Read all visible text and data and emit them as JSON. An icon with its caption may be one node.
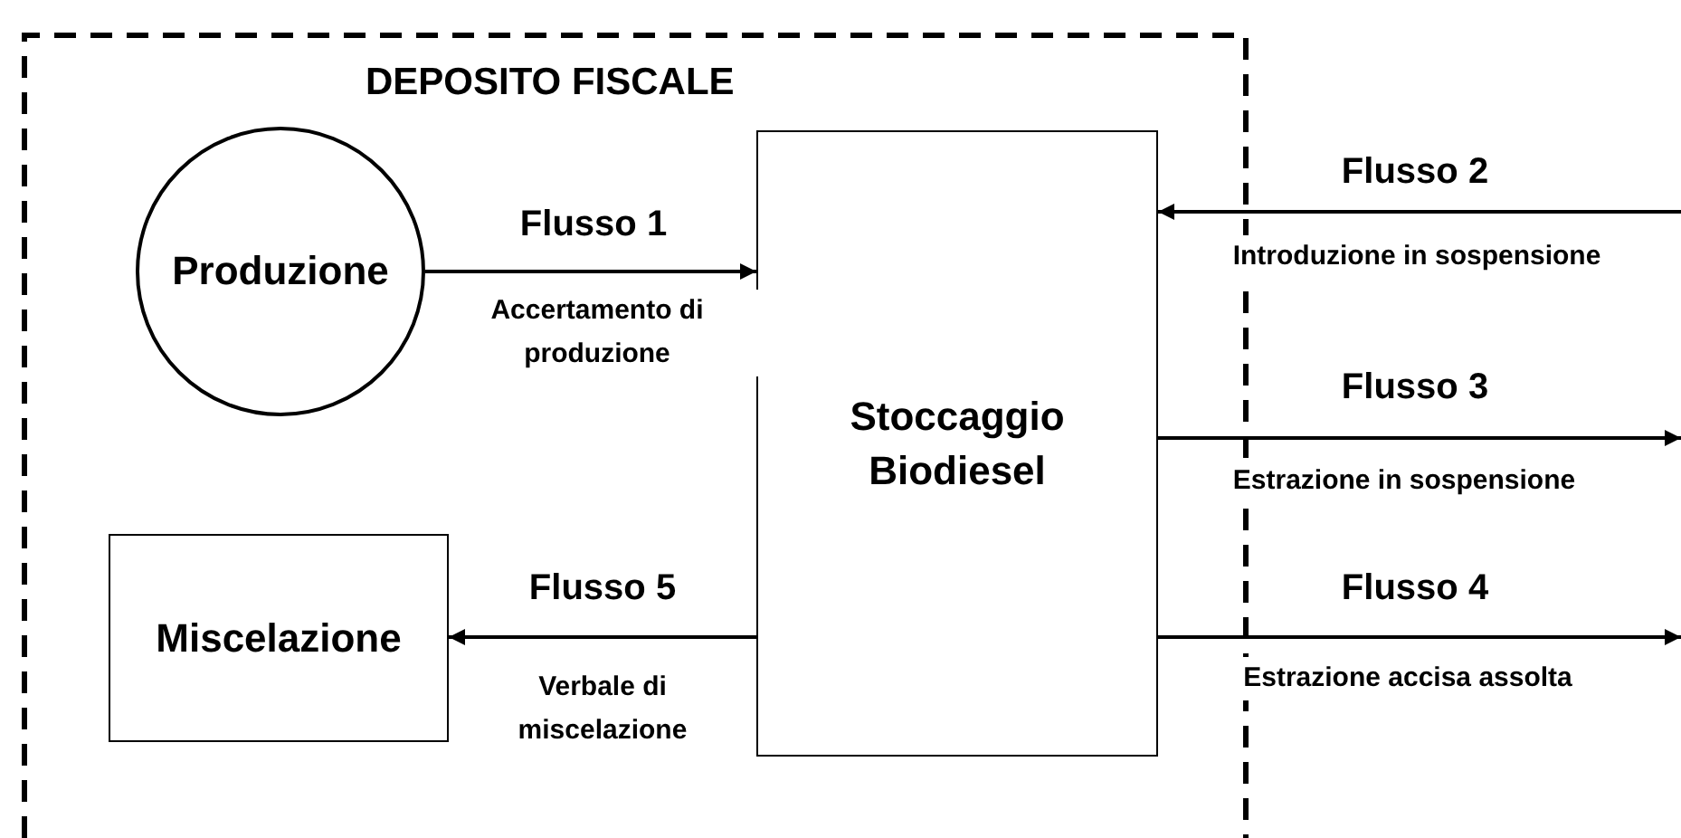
{
  "diagram": {
    "nodes": [
      {
        "text": [
          "DEPOSITO FISCALE"
        ]
      },
      {
        "text": [
          "Produzione"
        ],
        "in": 0
      },
      {
        "text": [
          "Stoccaggio Biodiesel"
        ],
        "in": 0
      },
      {
        "text": [
          "Miscelazione"
        ],
        "in": 0
      }
    ],
    "edges": [
      {
        "from": 1,
        "to": 2,
        "arrow": "to",
        "label": "Flusso 1"
      },
      {
        "from": null,
        "to": 2,
        "arrow": "to",
        "label": "Flusso 2"
      },
      {
        "from": 2,
        "to": null,
        "arrow": "to",
        "label": "Flusso 3"
      },
      {
        "from": 2,
        "to": null,
        "arrow": "to",
        "label": "Flusso 4"
      },
      {
        "from": 2,
        "to": 3,
        "arrow": "to",
        "label": "Flusso 5"
      }
    ],
    "labels": [
      "Accertamento di produzione",
      "Introduzione in sospensione",
      "Estrazione in sospensione",
      "Estrazione accisa assolta",
      "Verbale di miscelazione"
    ]
  }
}
